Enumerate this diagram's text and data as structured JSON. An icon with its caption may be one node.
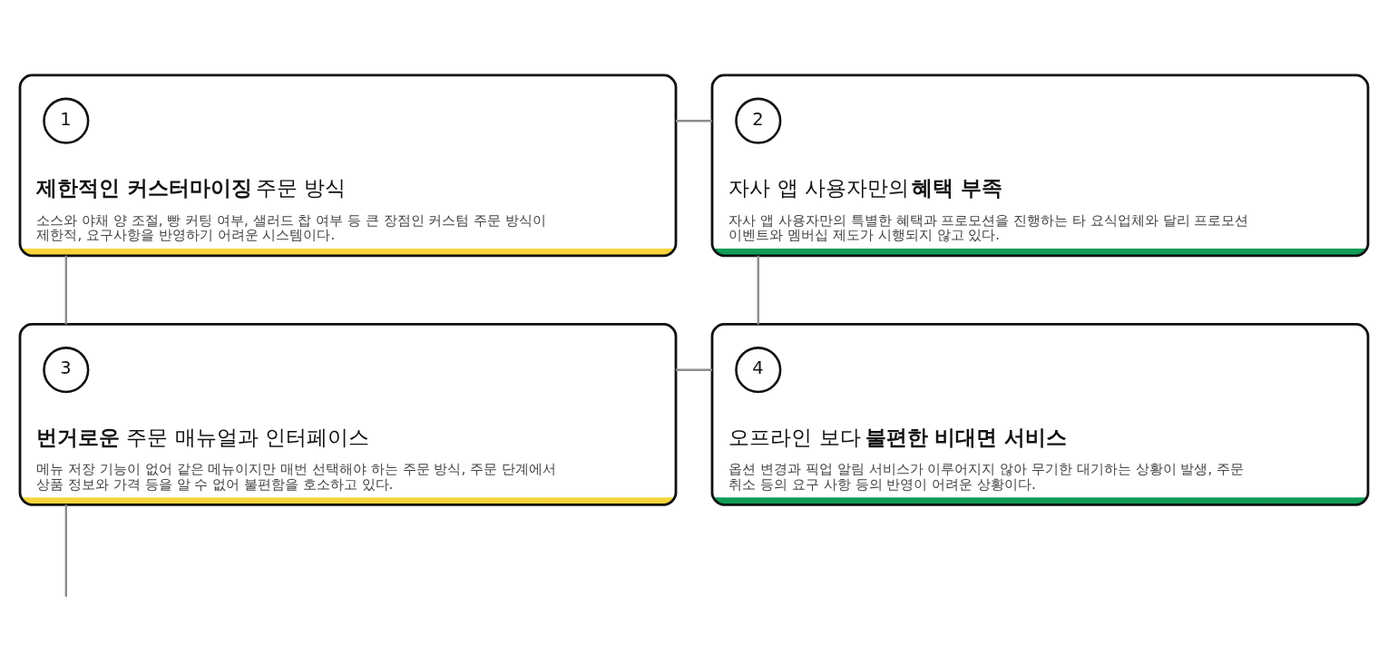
{
  "diagram": {
    "nodes": [
      {
        "text": [
          "**제한적인 커스터마이징** 주문 방식",
          "소스와 야채 양 조절, 빵 커팅 여부, 샐러드 찹 여부 등 큰 장점인 커스텀 주문 방식이 제한적, 요구사항을 반영하기 어려운 시스템이다."
        ]
      },
      {
        "text": [
          "1"
        ],
        "in": 0
      },
      {
        "text": [
          "자사 앱 사용자만의 **혜택 부족**",
          "자사 앱 사용자만의 특별한 혜택과 프로모션을 진행하는 타 요식업체와 달리 프로모션 이벤트와 멤버십 제도가 시행되지 않고 있다."
        ]
      },
      {
        "text": [
          "2"
        ],
        "in": 2
      },
      {
        "text": [
          "**번거로운** 주문 매뉴얼과 인터페이스",
          "메뉴 저장 기능이 없어 같은 메뉴이지만 매번 선택해야 하는 주문 방식, 주문 단계에서 상품 정보와 가격 등을 알 수 없어 불편함을 호소하고 있다."
        ]
      },
      {
        "text": [
          "3"
        ],
        "in": 4
      },
      {
        "text": [
          "오프라인 보다 **불편한 비대면 서비스**",
          "옵션 변경과 픽업 알림 서비스가 이루어지지 않아 무기한 대기하는 상황이 발생, 주문 취소 등의 요구 사항 등의 반영이 어려운 상황이다."
        ]
      },
      {
        "text": [
          "4"
        ],
        "in": 6
      }
    ],
    "edges": [
      {
        "from": 0,
        "to": 2,
        "arrow": "none"
      },
      {
        "from": 0,
        "to": 4,
        "arrow": "none"
      },
      {
        "from": 2,
        "to": 6,
        "arrow": "none"
      },
      {
        "from": 4,
        "to": 6,
        "arrow": "none"
      },
      {
        "from": 4,
        "to": null,
        "arrow": "none"
      }
    ]
  }
}
